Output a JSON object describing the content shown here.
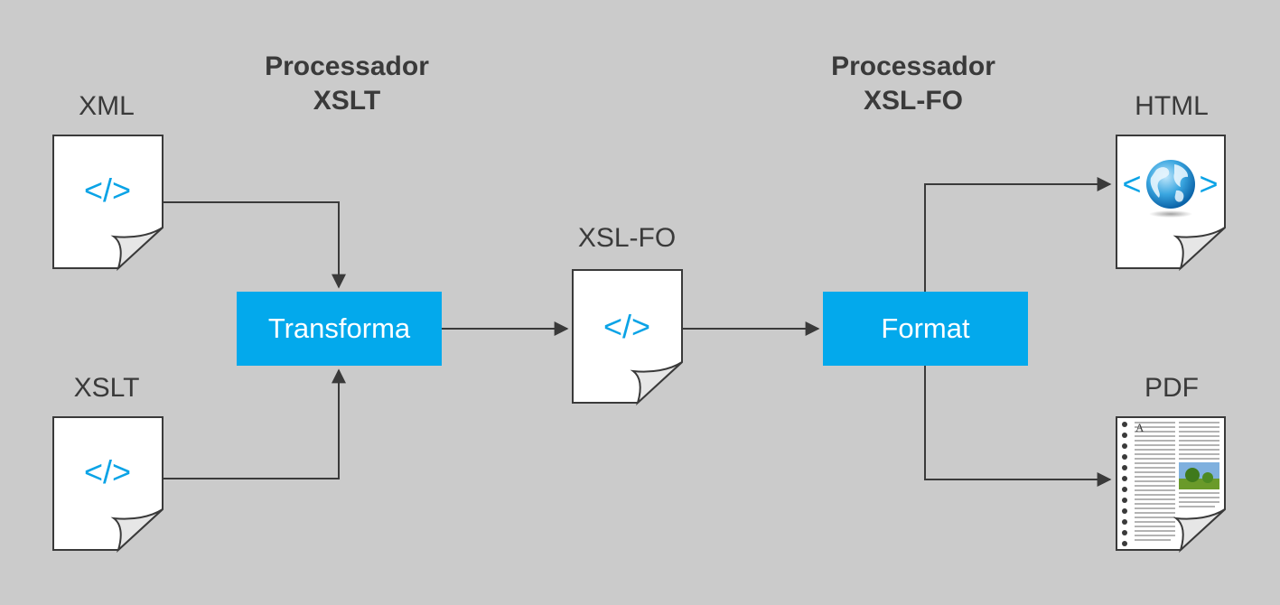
{
  "processors": {
    "xslt": {
      "line1": "Processador",
      "line2": "XSLT"
    },
    "xslfo": {
      "line1": "Processador",
      "line2": "XSL-FO"
    }
  },
  "documents": {
    "xml": {
      "label": "XML",
      "icon": "code-icon",
      "glyph": "</>"
    },
    "xslt": {
      "label": "XSLT",
      "icon": "code-icon",
      "glyph": "</>"
    },
    "xslfo": {
      "label": "XSL-FO",
      "icon": "code-icon",
      "glyph": "</>"
    },
    "html": {
      "label": "HTML",
      "icon": "globe-icon",
      "glyph_left": "<",
      "glyph_right": ">"
    },
    "pdf": {
      "label": "PDF",
      "icon": "pdf-page-icon"
    }
  },
  "steps": {
    "transform": {
      "label": "Transforma"
    },
    "format": {
      "label": "Format"
    }
  },
  "colors": {
    "background": "#cbcbcb",
    "box": "#03a9ec",
    "code": "#0aa3e6",
    "text": "#3a3a3a",
    "line": "#3a3a3a"
  }
}
